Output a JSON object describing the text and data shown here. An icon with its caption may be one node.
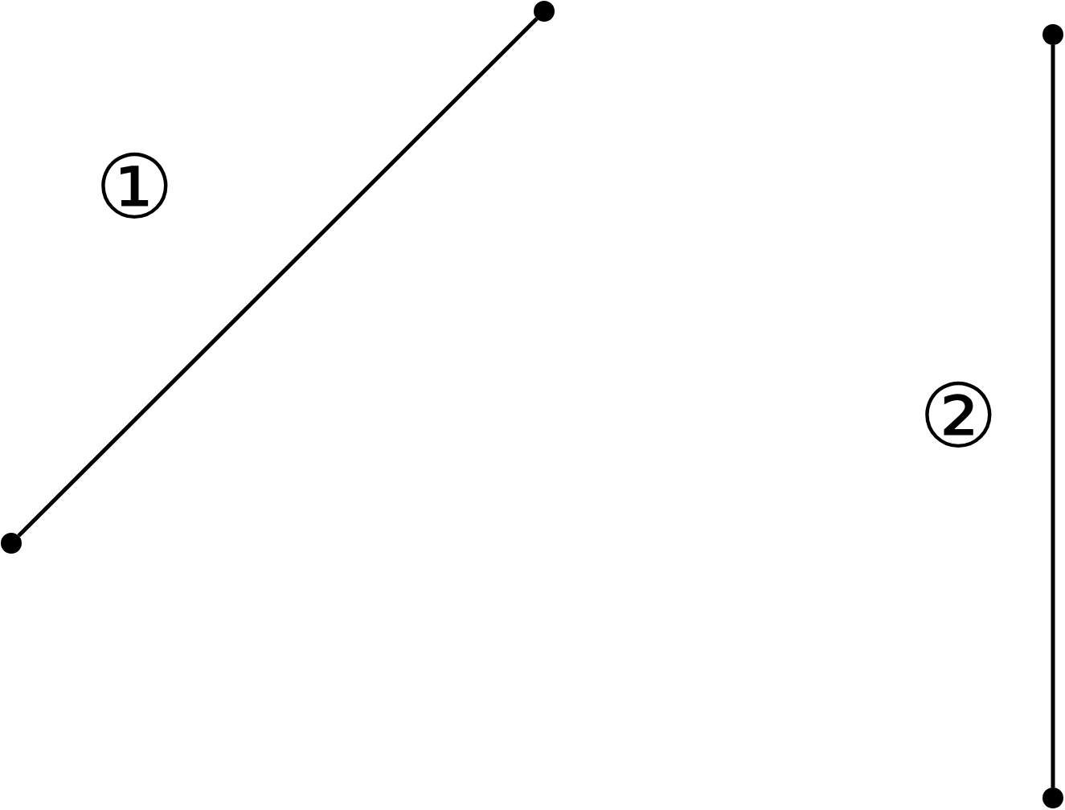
{
  "diagram": {
    "nodes": [
      {
        "text": [],
        "shape": "circle"
      },
      {
        "text": [],
        "shape": "circle"
      },
      {
        "text": [],
        "shape": "circle"
      },
      {
        "text": [],
        "shape": "circle"
      }
    ],
    "edges": [
      {
        "from": 2,
        "to": 0,
        "arrow": "none"
      },
      {
        "from": 1,
        "to": 3,
        "arrow": "none"
      }
    ],
    "labels": [
      "①",
      "②"
    ]
  }
}
